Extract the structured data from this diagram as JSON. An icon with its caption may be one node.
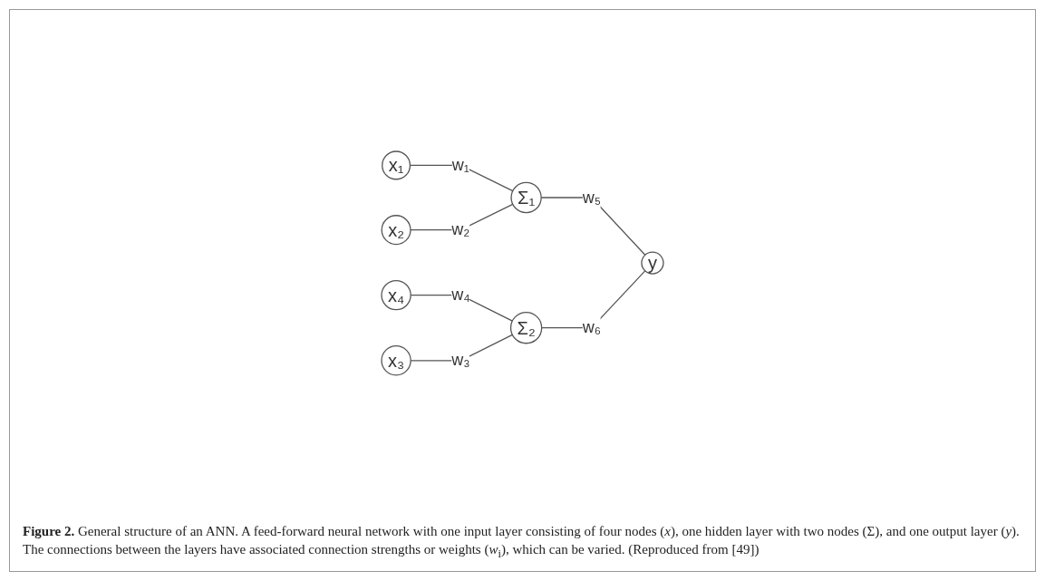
{
  "diagram": {
    "caption": "**Figure 2.** General structure of an ANN. A feed-forward neural network with one input layer consisting of four nodes (*x*), one hidden layer with two nodes (Σ), and one output layer (*y*). The connections between the layers have associated connection strengths or weights (*w*$_{i}$), which can be varied. (Reproduced from [49])",
    "nodes": [
      {
        "text": [
          "x₁"
        ]
      },
      {
        "text": [
          "x₂"
        ]
      },
      {
        "text": [
          "x₃"
        ]
      },
      {
        "text": [
          "x₄"
        ]
      },
      {
        "text": [
          "Σ₁"
        ]
      },
      {
        "text": [
          "Σ₂"
        ]
      },
      {
        "text": [
          "y"
        ]
      }
    ],
    "edges": [
      {
        "from": 0,
        "to": 4,
        "arrow": "none",
        "label": "w₁"
      },
      {
        "from": 1,
        "to": 4,
        "arrow": "none",
        "label": "w₂"
      },
      {
        "from": 3,
        "to": 5,
        "arrow": "none",
        "label": "w₄"
      },
      {
        "from": 2,
        "to": 5,
        "arrow": "none",
        "label": "w₃"
      },
      {
        "from": 4,
        "to": 6,
        "arrow": "none",
        "label": "w₅"
      },
      {
        "from": 5,
        "to": 6,
        "arrow": "none",
        "label": "w₆"
      }
    ]
  }
}
